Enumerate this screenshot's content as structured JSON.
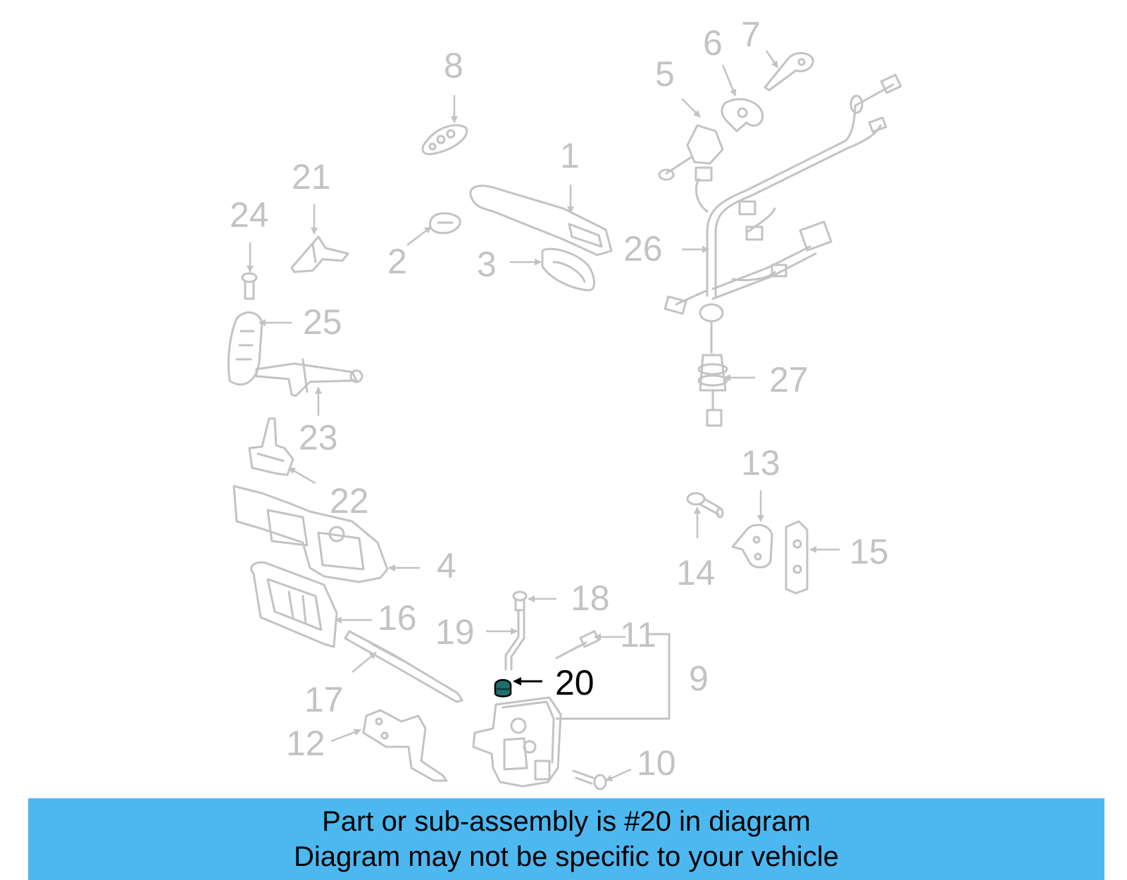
{
  "diagram": {
    "colors": {
      "muted": "#c3c3c3",
      "highlight": "#000000",
      "highlight_fill": "#1e6e6e"
    },
    "callouts": [
      {
        "id": "1",
        "label": "1"
      },
      {
        "id": "2",
        "label": "2"
      },
      {
        "id": "3",
        "label": "3"
      },
      {
        "id": "4",
        "label": "4"
      },
      {
        "id": "5",
        "label": "5"
      },
      {
        "id": "6",
        "label": "6"
      },
      {
        "id": "7",
        "label": "7"
      },
      {
        "id": "8",
        "label": "8"
      },
      {
        "id": "9",
        "label": "9"
      },
      {
        "id": "10",
        "label": "10"
      },
      {
        "id": "11",
        "label": "11"
      },
      {
        "id": "12",
        "label": "12"
      },
      {
        "id": "13",
        "label": "13"
      },
      {
        "id": "14",
        "label": "14"
      },
      {
        "id": "15",
        "label": "15"
      },
      {
        "id": "16",
        "label": "16"
      },
      {
        "id": "17",
        "label": "17"
      },
      {
        "id": "18",
        "label": "18"
      },
      {
        "id": "19",
        "label": "19"
      },
      {
        "id": "20",
        "label": "20",
        "highlighted": true
      },
      {
        "id": "21",
        "label": "21"
      },
      {
        "id": "22",
        "label": "22"
      },
      {
        "id": "23",
        "label": "23"
      },
      {
        "id": "24",
        "label": "24"
      },
      {
        "id": "25",
        "label": "25"
      },
      {
        "id": "26",
        "label": "26"
      },
      {
        "id": "27",
        "label": "27"
      }
    ]
  },
  "banner": {
    "line1": "Part or sub-assembly is #20 in diagram",
    "line2": "Diagram may not be specific to your vehicle",
    "color": "#4db8f0"
  }
}
